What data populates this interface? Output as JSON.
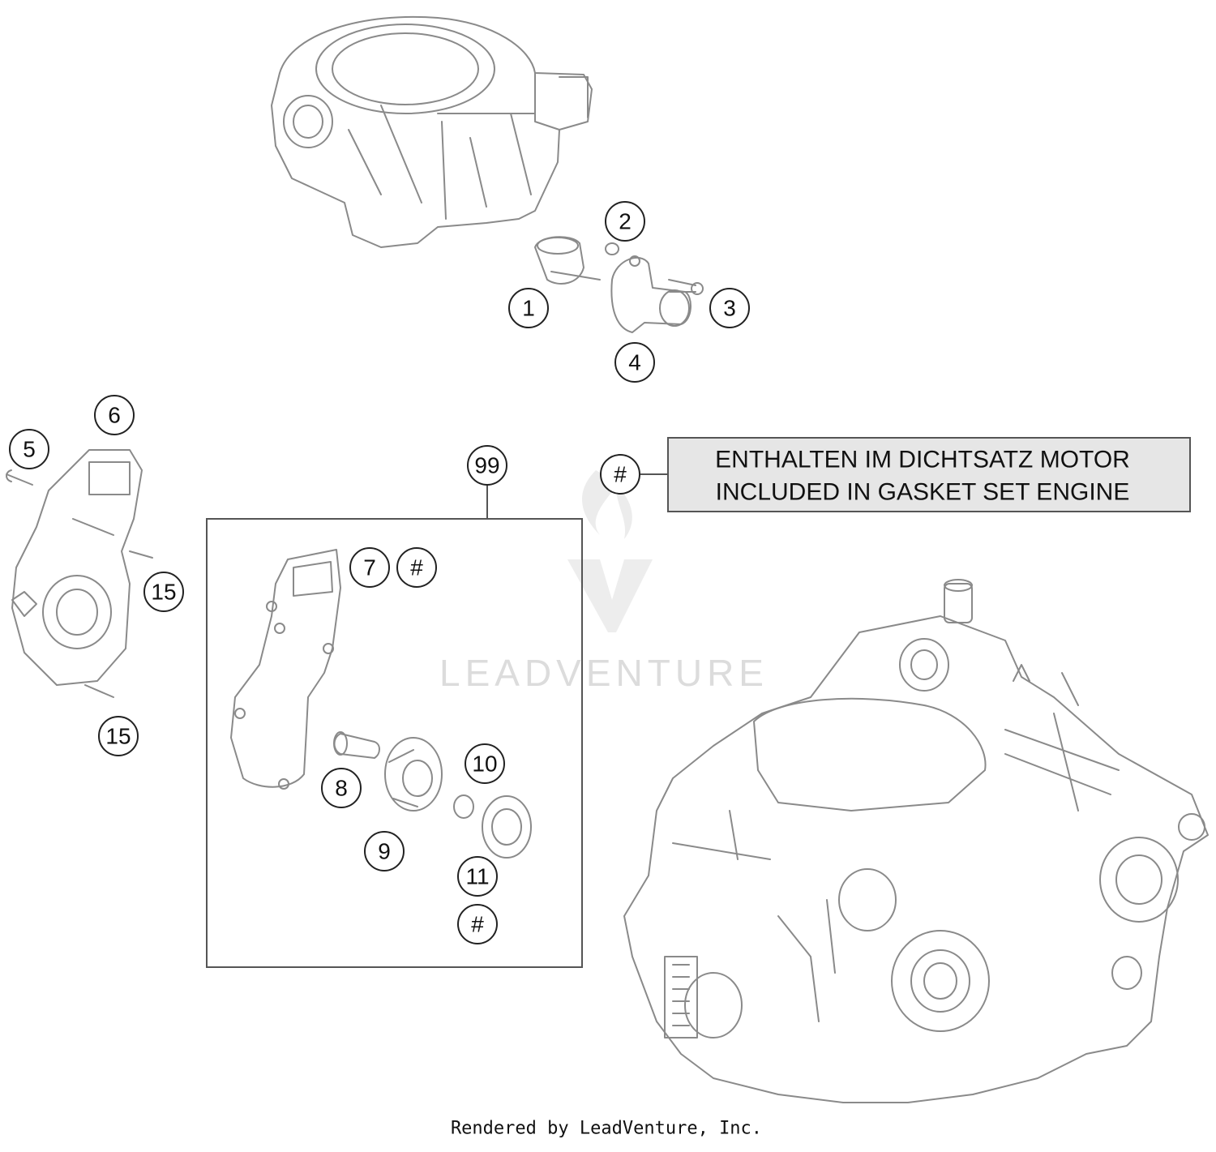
{
  "callouts": {
    "c1": "1",
    "c2": "2",
    "c3": "3",
    "c4": "4",
    "c5": "5",
    "c6": "6",
    "c7": "7",
    "c8": "8",
    "c9": "9",
    "c10": "10",
    "c11": "11",
    "c15a": "15",
    "c15b": "15",
    "c99": "99",
    "hash_legend": "#",
    "hash_7": "#",
    "hash_11": "#"
  },
  "legend": {
    "line1": "ENTHALTEN IM DICHTSATZ MOTOR",
    "line2": "INCLUDED IN GASKET SET ENGINE",
    "box_fill": "#e6e6e6"
  },
  "watermark": {
    "text": "LEADVENTURE"
  },
  "footer": {
    "text": "Rendered by LeadVenture, Inc."
  },
  "colors": {
    "line": "#8a8a8a",
    "callout_stroke": "#222222",
    "text": "#111111"
  }
}
